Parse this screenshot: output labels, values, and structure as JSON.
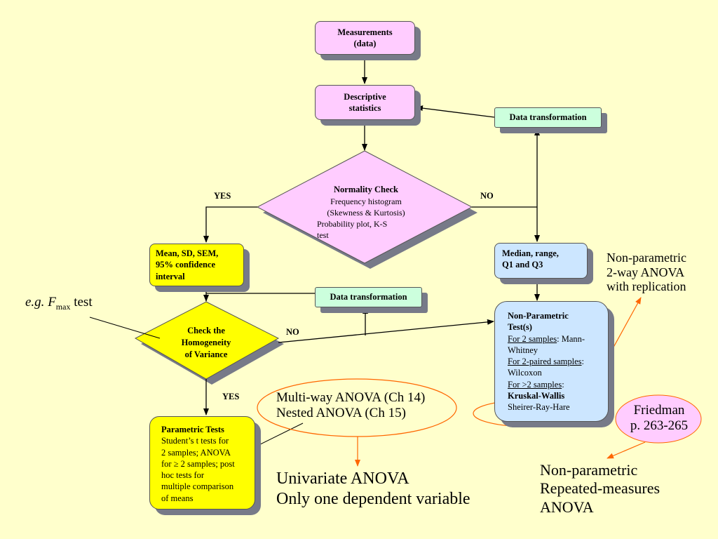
{
  "nodes": {
    "measurements": [
      "Measurements",
      "(data)"
    ],
    "descriptive": [
      "Descriptive",
      "statistics"
    ],
    "transform_top": "Data transformation",
    "normality": {
      "title": "Normality Check",
      "lines": [
        "Frequency histogram",
        "(Skewness & Kurtosis)",
        "Probability plot, K-S",
        "test"
      ]
    },
    "mean_sd": [
      "Mean, SD, SEM,",
      "95% confidence",
      "interval"
    ],
    "median": [
      "Median, range,",
      "Q1 and Q3"
    ],
    "transform_mid": "Data transformation",
    "homogeneity": [
      "Check the",
      "Homogeneity",
      "of Variance"
    ],
    "nonparam": {
      "title_1": "Non-Parametric",
      "title_2": "Test(s)",
      "two_label": "For 2 samples",
      "two_value_1": ": Mann-",
      "two_value_2": "Whitney",
      "paired_label": "For 2-paired samples",
      "paired_value_1": ":",
      "paired_value_2": "Wilcoxon",
      "more_label": "For >2 samples",
      "more_value": ":",
      "kruskal": "Kruskal-Wallis",
      "sheirer": "Sheirer-Ray-Hare"
    },
    "parametric": {
      "title": "Parametric Tests",
      "lines": [
        "Student’s t tests for",
        "2 samples; ANOVA",
        "for ≥ 2 samples; post",
        "hoc tests for",
        "multiple comparison",
        "of means"
      ]
    }
  },
  "labels": {
    "yes_top": "YES",
    "no_top": "NO",
    "no_mid": "NO",
    "yes_bottom": "YES"
  },
  "annotations": {
    "fmax_eg": "e.g.",
    "fmax_f": "F",
    "fmax_sub": "max",
    "fmax_test": "test",
    "nonparam_two_way": [
      "Non-parametric",
      "2-way ANOVA",
      "with replication"
    ],
    "multiway": "Multi-way ANOVA (Ch 14)",
    "nested": "Nested ANOVA (Ch 15)",
    "univariate": [
      "Univariate ANOVA",
      "Only one dependent variable"
    ],
    "friedman": [
      "Friedman",
      "p. 263-265"
    ],
    "repeated": [
      "Non-parametric",
      "Repeated-measures",
      "ANOVA"
    ]
  },
  "colors": {
    "background": "#ffffcc",
    "pink": "#ffccff",
    "yellow": "#ffff00",
    "light_blue": "#cce6ff",
    "green": "#ccffdd",
    "shadow": "#777a88",
    "orange": "#ff6600"
  }
}
